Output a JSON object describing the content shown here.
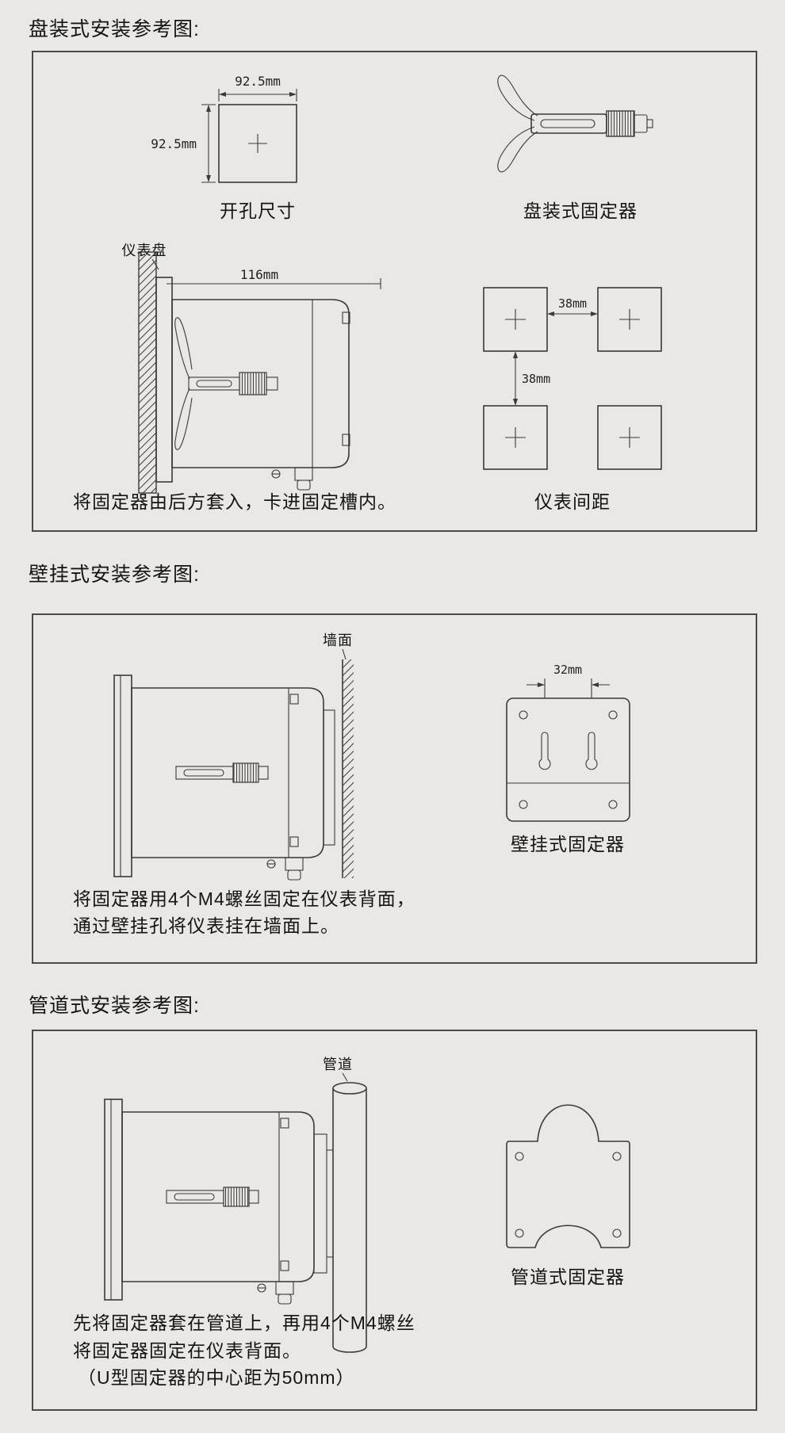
{
  "colors": {
    "background": "#eae8e4",
    "line": "#3a3a3a",
    "text": "#141414",
    "box_border": "#4a4a4a"
  },
  "sections": {
    "panel": {
      "heading": "盘装式安装参考图:",
      "cutout_width": "92.5mm",
      "cutout_height": "92.5mm",
      "cutout_caption": "开孔尺寸",
      "fixer_caption": "盘装式固定器",
      "panel_label": "仪表盘",
      "depth_dim": "116mm",
      "install_caption": "将固定器由后方套入，卡进固定槽内。",
      "spacing_h": "38mm",
      "spacing_v": "38mm",
      "spacing_caption": "仪表间距"
    },
    "wall": {
      "heading": "壁挂式安装参考图:",
      "wall_label": "墙面",
      "hole_spacing": "32mm",
      "fixer_caption": "壁挂式固定器",
      "caption_line1": "将固定器用4个M4螺丝固定在仪表背面，",
      "caption_line2": "通过壁挂孔将仪表挂在墙面上。"
    },
    "pipe": {
      "heading": "管道式安装参考图:",
      "pipe_label": "管道",
      "fixer_caption": "管道式固定器",
      "caption_line1": "先将固定器套在管道上，再用4个M4螺丝",
      "caption_line2": "将固定器固定在仪表背面。",
      "caption_line3": "（U型固定器的中心距为50mm）"
    }
  }
}
